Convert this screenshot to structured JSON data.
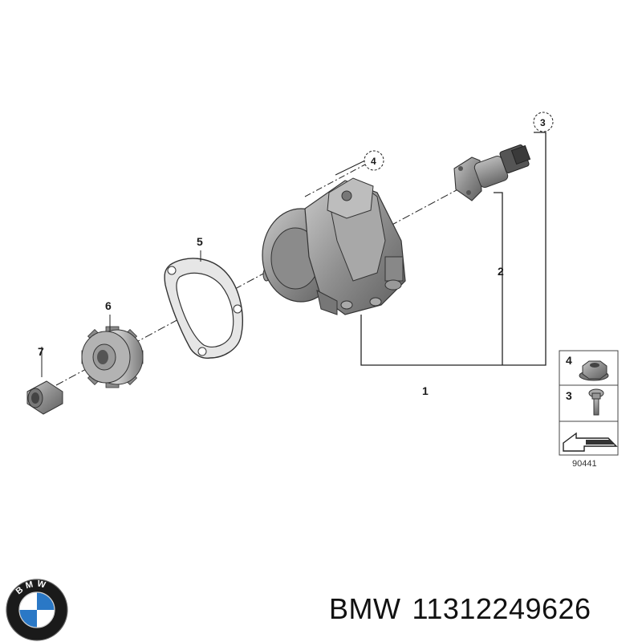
{
  "callouts": {
    "c1": "1",
    "c2": "2",
    "c3": "3",
    "c4": "4",
    "c5": "5",
    "c6": "6",
    "c7": "7"
  },
  "legend": {
    "item_a_number": "4",
    "item_b_number": "3",
    "reference_code": "90441"
  },
  "footer": {
    "brand": "BMW",
    "part_number": "11312249626"
  },
  "logo": {
    "lettering": "BMW",
    "colors": {
      "ring": "#1a1a1a",
      "blue": "#2a78c6",
      "white": "#ffffff"
    }
  }
}
